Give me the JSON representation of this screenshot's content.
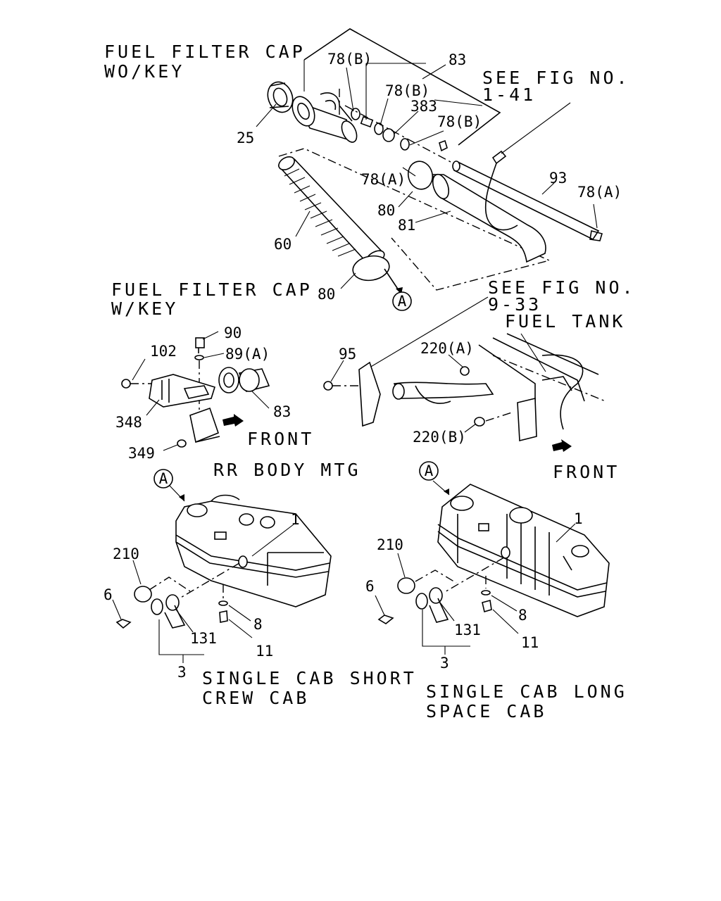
{
  "captions": {
    "cap_wo_key_1": "FUEL FILTER CAP",
    "cap_wo_key_2": "WO/KEY",
    "see_fig_1_1": "SEE FIG NO.",
    "see_fig_1_2": "1-41",
    "cap_w_key_1": "FUEL FILTER CAP",
    "cap_w_key_2": "W/KEY",
    "see_fig_2_1": "SEE FIG NO.",
    "see_fig_2_2": "9-33",
    "fuel_tank": "FUEL TANK",
    "front_left": "FRONT",
    "front_right": "FRONT",
    "rr_body_mtg": "RR BODY MTG",
    "short_1": "SINGLE CAB SHORT",
    "short_2": "CREW CAB",
    "long_1": "SINGLE CAB LONG",
    "long_2": "SPACE CAB"
  },
  "callouts": {
    "c78b_1": "78(B)",
    "c83_top": "83",
    "c78b_2": "78(B)",
    "c383": "383",
    "c78b_3": "78(B)",
    "c25": "25",
    "c78a_1": "78(A)",
    "c93": "93",
    "c78a_2": "78(A)",
    "c80_1": "80",
    "c81": "81",
    "c60": "60",
    "c80_2": "80",
    "circleA_top": "A",
    "c90": "90",
    "c89a": "89(A)",
    "c102": "102",
    "c83_mid": "83",
    "c348": "348",
    "c349": "349",
    "c95": "95",
    "c220a": "220(A)",
    "c220b": "220(B)",
    "circleA_left": "A",
    "circleA_right": "A",
    "c1_left": "1",
    "c1_right": "1",
    "c210_left": "210",
    "c210_right": "210",
    "c6_left": "6",
    "c6_right": "6",
    "c8_left": "8",
    "c8_right": "8",
    "c11_left": "11",
    "c11_right": "11",
    "c131_left": "131",
    "c131_right": "131",
    "c3_left": "3",
    "c3_right": "3"
  }
}
